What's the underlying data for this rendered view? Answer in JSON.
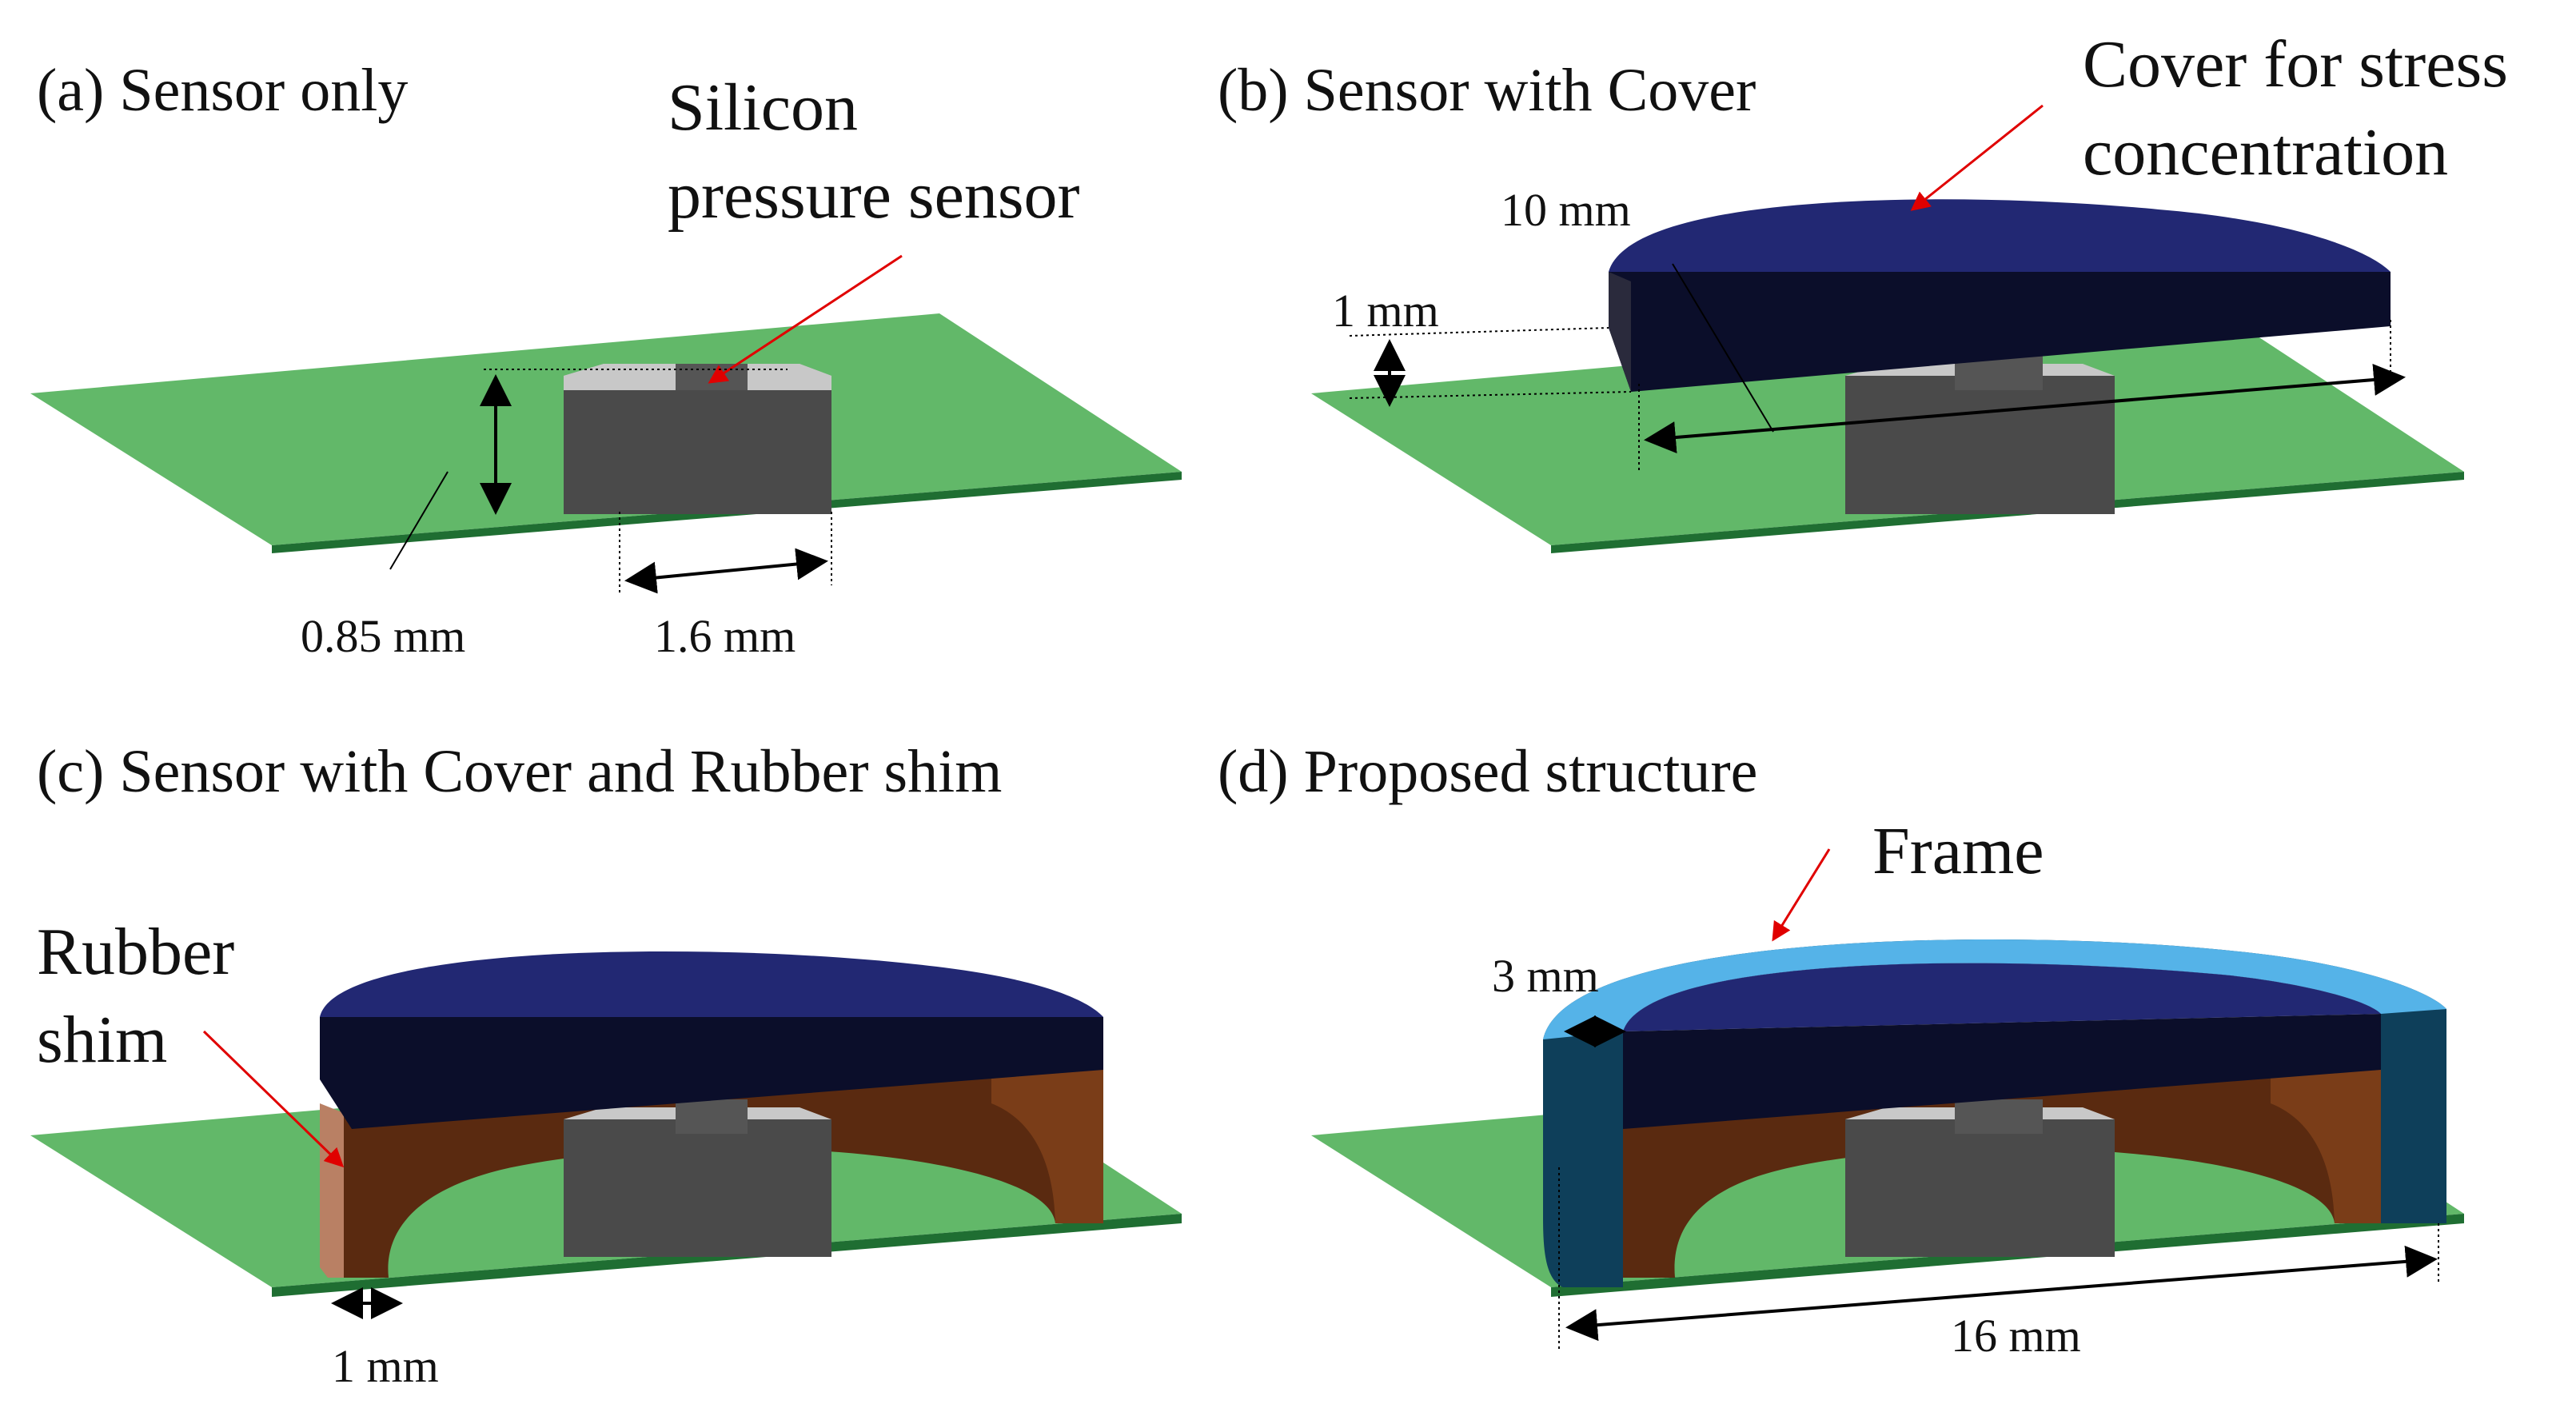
{
  "colors": {
    "pcb": "#62b869",
    "pcb_edge": "#1f6e32",
    "sensor_front": "#4a4a4a",
    "sensor_side": "#3a3a3a",
    "sensor_top": "#c8c8c8",
    "cover_top": "#222873",
    "cover_side": "#0b0e2a",
    "rubber": "#5a2a10",
    "rubber_light": "#b98064",
    "frame_top": "#55b3e8",
    "frame_side": "#0e3f5a",
    "arrow_red": "#e00000"
  },
  "panels": {
    "a": {
      "title": "(a)  Sensor only",
      "annotation": [
        "Silicon",
        "pressure sensor"
      ],
      "dim_height": "0.85 mm",
      "dim_width": "1.6 mm"
    },
    "b": {
      "title": "(b) Sensor with Cover",
      "annotation": [
        "Cover for stress",
        "concentration"
      ],
      "dim_length": "10 mm",
      "dim_thickness": "1 mm"
    },
    "c": {
      "title": "(c) Sensor with Cover and Rubber shim",
      "annotation": [
        "Rubber",
        "shim"
      ],
      "dim_width": "1 mm"
    },
    "d": {
      "title": "(d) Proposed structure",
      "annotation": "Frame",
      "dim_frame": "3 mm",
      "dim_length": "16 mm"
    }
  }
}
